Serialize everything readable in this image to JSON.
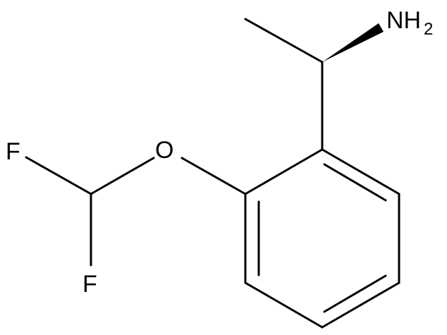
{
  "molecule": {
    "atoms": {
      "amine": {
        "label": "NH",
        "subscript": "2"
      },
      "oxygen": {
        "label": "O"
      },
      "fluorine_1": {
        "label": "F"
      },
      "fluorine_2": {
        "label": "F"
      }
    }
  },
  "colors": {
    "bond": "#000000",
    "background": "#ffffff"
  }
}
